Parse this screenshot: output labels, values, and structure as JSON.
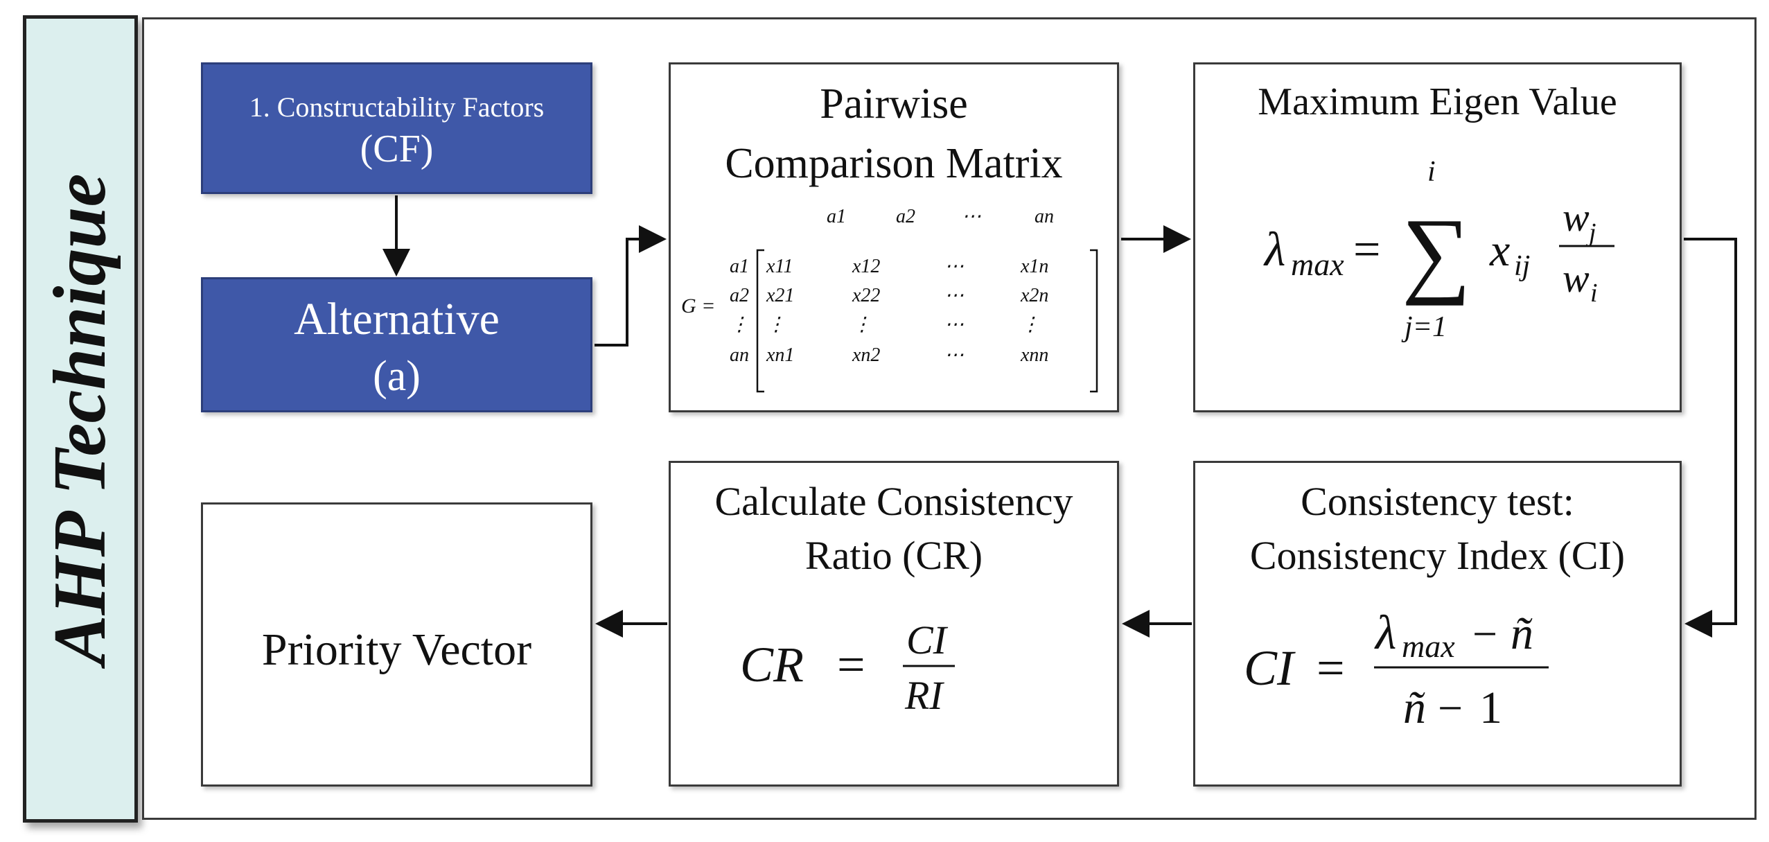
{
  "side_title": "AHP Technique",
  "constructability_box": {
    "line1": "1. Constructability Factors",
    "line2": "(CF)"
  },
  "alternative_box": {
    "line1": "Alternative",
    "line2": "(a)"
  },
  "pairwise_box": {
    "title_line1": "Pairwise",
    "title_line2": "Comparison Matrix",
    "matrix": {
      "label": "G =",
      "col_headers": [
        "a1",
        "a2",
        "⋯",
        "an"
      ],
      "row_headers": [
        "a1",
        "a2",
        "⋮",
        "an"
      ],
      "rows": [
        [
          "x11",
          "x12",
          "⋯",
          "x1n"
        ],
        [
          "x21",
          "x22",
          "⋯",
          "x2n"
        ],
        [
          "⋮",
          "⋮",
          "⋯",
          "⋮"
        ],
        [
          "xn1",
          "xn2",
          "⋯",
          "xnn"
        ]
      ]
    }
  },
  "eigen_box": {
    "title": "Maximum Eigen Value",
    "formula": "λmax = Σ (j=1 to i) xij wj / wi"
  },
  "consistency_test_box": {
    "title_line1": "Consistency test:",
    "title_line2": "Consistency Index (CI)",
    "formula": "CI = (λmax − ñ) / (ñ − 1)"
  },
  "consistency_ratio_box": {
    "title_line1": "Calculate Consistency",
    "title_line2": "Ratio (CR)",
    "formula": "CR = CI / RI"
  },
  "priority_box": {
    "title": "Priority Vector"
  },
  "colors": {
    "blue_box": "#3f58a8",
    "side_panel": "#dcefee",
    "border": "#3a3a3a"
  }
}
